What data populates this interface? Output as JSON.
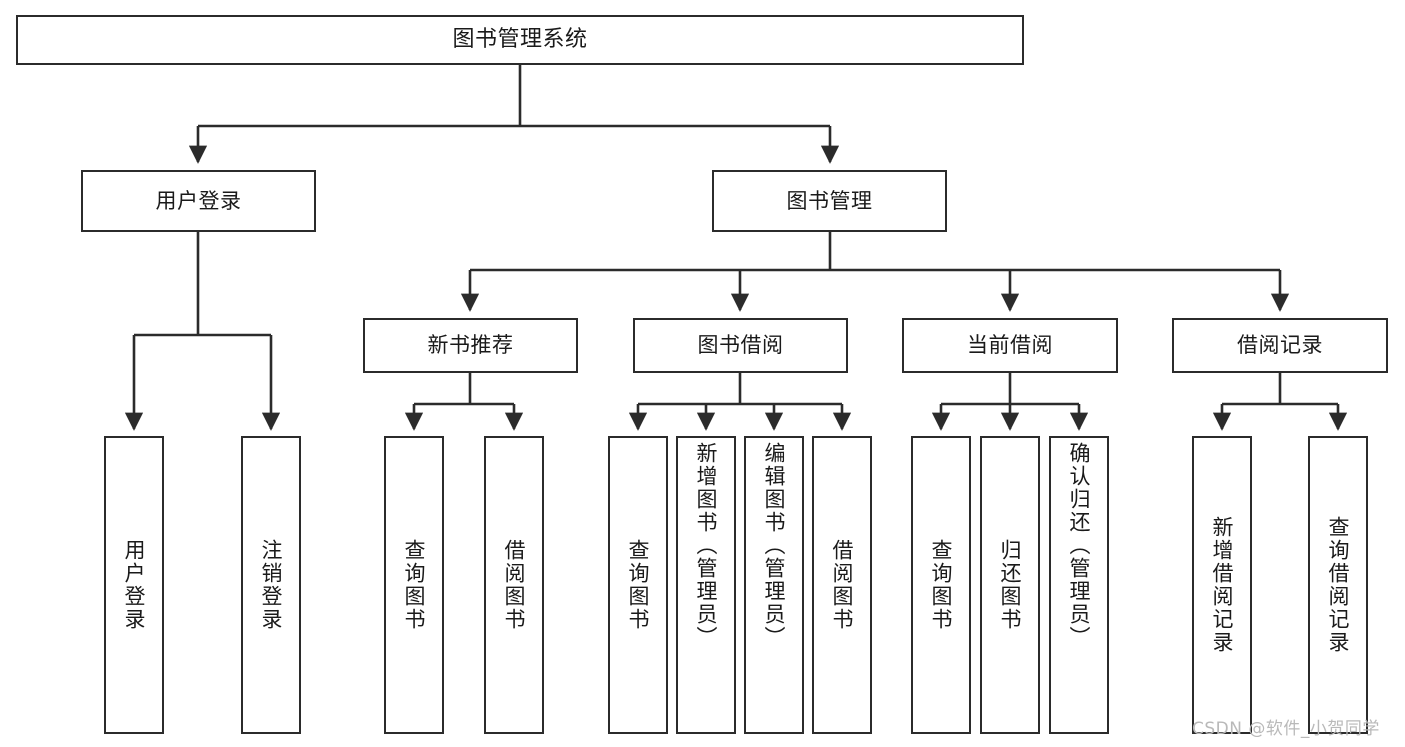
{
  "diagram": {
    "type": "tree-hierarchy",
    "title": "图书管理系统",
    "orientation": "top-down",
    "colors": {
      "stroke": "#2b2b2b",
      "fill": "#ffffff",
      "text": "#1a1a1a",
      "watermark": "#b9b9b9"
    },
    "nodes": {
      "root": {
        "label": "图书管理系统"
      },
      "level2": [
        {
          "id": "user-login",
          "label": "用户登录"
        },
        {
          "id": "book-management",
          "label": "图书管理"
        }
      ],
      "level3": [
        {
          "id": "new-book-recommend",
          "label": "新书推荐"
        },
        {
          "id": "book-borrow",
          "label": "图书借阅"
        },
        {
          "id": "current-borrow",
          "label": "当前借阅"
        },
        {
          "id": "borrow-record",
          "label": "借阅记录"
        }
      ],
      "leaves": {
        "user-login": [
          {
            "id": "leaf-user-login",
            "label": "用户登录"
          },
          {
            "id": "leaf-logout-login",
            "label": "注销登录"
          }
        ],
        "new-book-recommend": [
          {
            "id": "leaf-query-book-1",
            "label": "查询图书"
          },
          {
            "id": "leaf-borrow-book-1",
            "label": "借阅图书"
          }
        ],
        "book-borrow": [
          {
            "id": "leaf-query-book-2",
            "label": "查询图书"
          },
          {
            "id": "leaf-add-book-admin",
            "label": "新增图书（管理员）"
          },
          {
            "id": "leaf-edit-book-admin",
            "label": "编辑图书（管理员）"
          },
          {
            "id": "leaf-borrow-book-2",
            "label": "借阅图书"
          }
        ],
        "current-borrow": [
          {
            "id": "leaf-query-book-3",
            "label": "查询图书"
          },
          {
            "id": "leaf-return-book",
            "label": "归还图书"
          },
          {
            "id": "leaf-confirm-return-admin",
            "label": "确认归还（管理员）"
          }
        ],
        "borrow-record": [
          {
            "id": "leaf-add-borrow-record",
            "label": "新增借阅记录"
          },
          {
            "id": "leaf-query-borrow-record",
            "label": "查询借阅记录"
          }
        ]
      }
    },
    "watermark": "CSDN @软件_小贺同学"
  }
}
